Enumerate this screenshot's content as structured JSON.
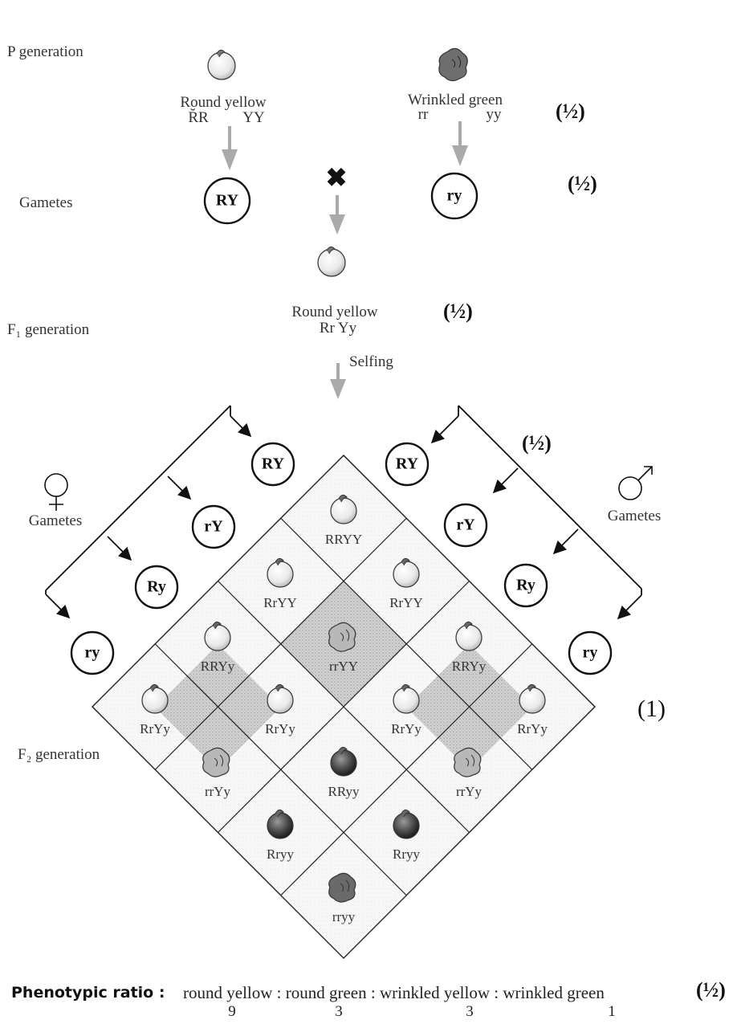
{
  "labels": {
    "p_generation": "P generation",
    "gametes": "Gametes",
    "f1_generation": "F₁ generation",
    "f2_generation": "F₂ generation",
    "gametes_female": "Gametes",
    "gametes_male": "Gametes"
  },
  "parents": {
    "left_name": "Round yellow",
    "left_genotype_r": "R̆R",
    "left_genotype_y": "YY",
    "right_name": "Wrinkled green",
    "right_genotype_r": "rr",
    "right_genotype_y": "yy"
  },
  "parent_gametes": {
    "left": "RY",
    "right": "ry",
    "cross": "✖"
  },
  "f1": {
    "name": "Round yellow",
    "genotype": "Rr Yy",
    "selfing": "Selfing"
  },
  "female_gametes": [
    "RY",
    "rY",
    "Ry",
    "ry"
  ],
  "male_gametes": [
    "RY",
    "rY",
    "Ry",
    "ry"
  ],
  "grid_cells": [
    "RRYY",
    "RrYY",
    "RrYY",
    "RRYy",
    "rrYY",
    "RRYy",
    "RrYy",
    "RrYy",
    "RrYy",
    "RrYy",
    "rrYy",
    "RRyy",
    "rrYy",
    "Rryy",
    "Rryy",
    "rryy"
  ],
  "scores": {
    "s1": "(½)",
    "s2": "(½)",
    "s3": "(½)",
    "s4": "(½)",
    "s5": "(1)",
    "s6": "(½)"
  },
  "ratio": {
    "title": "Phenotypic ratio :",
    "text": "round yellow : round green : wrinkled yellow : wrinkled green",
    "numbers": [
      "9",
      "3",
      "3",
      "1"
    ]
  }
}
